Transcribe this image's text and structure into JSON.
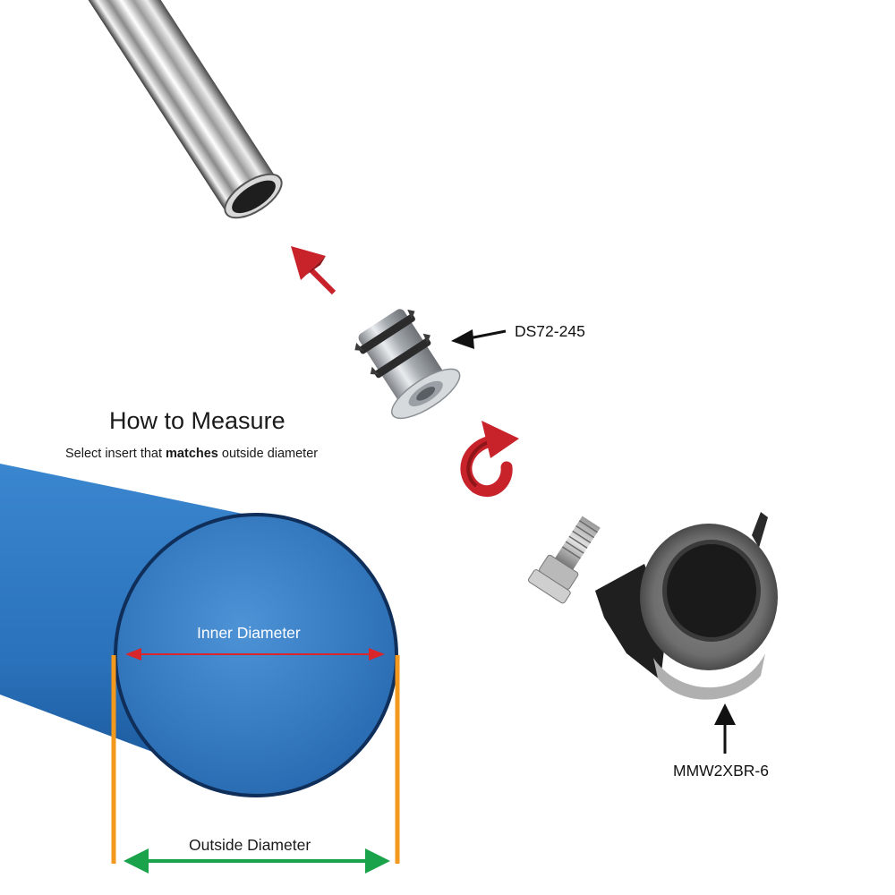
{
  "heading": {
    "title": "How to Measure",
    "subtitle_before": "Select insert that ",
    "subtitle_bold": "matches",
    "subtitle_after": " outside diameter"
  },
  "parts": {
    "insert_label": "DS72-245",
    "caster_label": "MMW2XBR-6"
  },
  "measure": {
    "inner_label": "Inner Diameter",
    "outside_label": "Outside Diameter"
  },
  "colors": {
    "tube_blue": "#2d7bc4",
    "tube_outline": "#0f2f5a",
    "inner_arrow": "#d9262b",
    "outside_arrow": "#1aa34a",
    "edge_marker": "#f39a1e",
    "direction_arrow": "#c8232b"
  }
}
